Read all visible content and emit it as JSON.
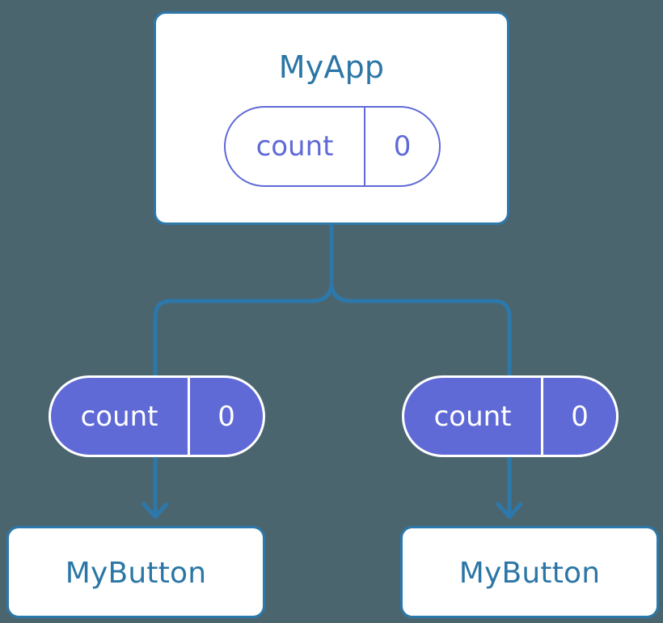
{
  "diagram": {
    "title": "MyApp component state propagation",
    "background_color": "#4b656e",
    "accent_line_color": "#2d78ab",
    "component_text_color": "#2b76a6",
    "state_color": "#5f6ad6",
    "state_text_on_fill_color": "#ffffff"
  },
  "root": {
    "component_label": "MyApp",
    "state": {
      "name": "count",
      "value": "0"
    }
  },
  "children": [
    {
      "state": {
        "name": "count",
        "value": "0"
      },
      "component_label": "MyButton"
    },
    {
      "state": {
        "name": "count",
        "value": "0"
      },
      "component_label": "MyButton"
    }
  ]
}
